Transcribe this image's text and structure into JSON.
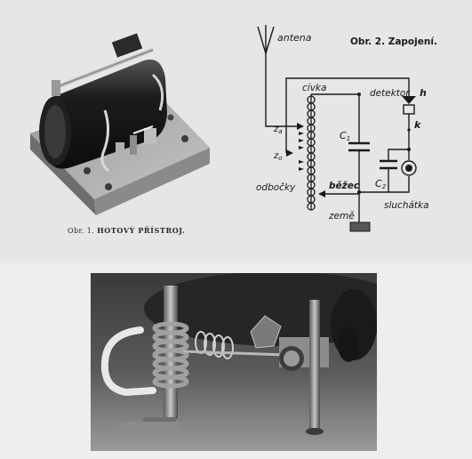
{
  "figure1": {
    "caption_number": "Obr. 1.",
    "caption_title": "HOTOVÝ PŘÍSTROJ."
  },
  "figure2": {
    "caption": "Obr. 2. Zapojení.",
    "labels": {
      "antenna": "antena",
      "coil": "cívka",
      "detector": "detektor",
      "h": "h",
      "k": "k",
      "za": "z",
      "za_sub": "a",
      "zo": "z",
      "zo_sub": "o",
      "c1": "C",
      "c1_sub": "1",
      "c2": "C",
      "c2_sub": "2",
      "taps": "odbočky",
      "slider": "běžec",
      "earth": "země",
      "headphones": "sluchátka"
    }
  },
  "colors": {
    "page": "#eeeeee",
    "print_background": "#e6e6e6",
    "ink": "#1a1a1a"
  }
}
